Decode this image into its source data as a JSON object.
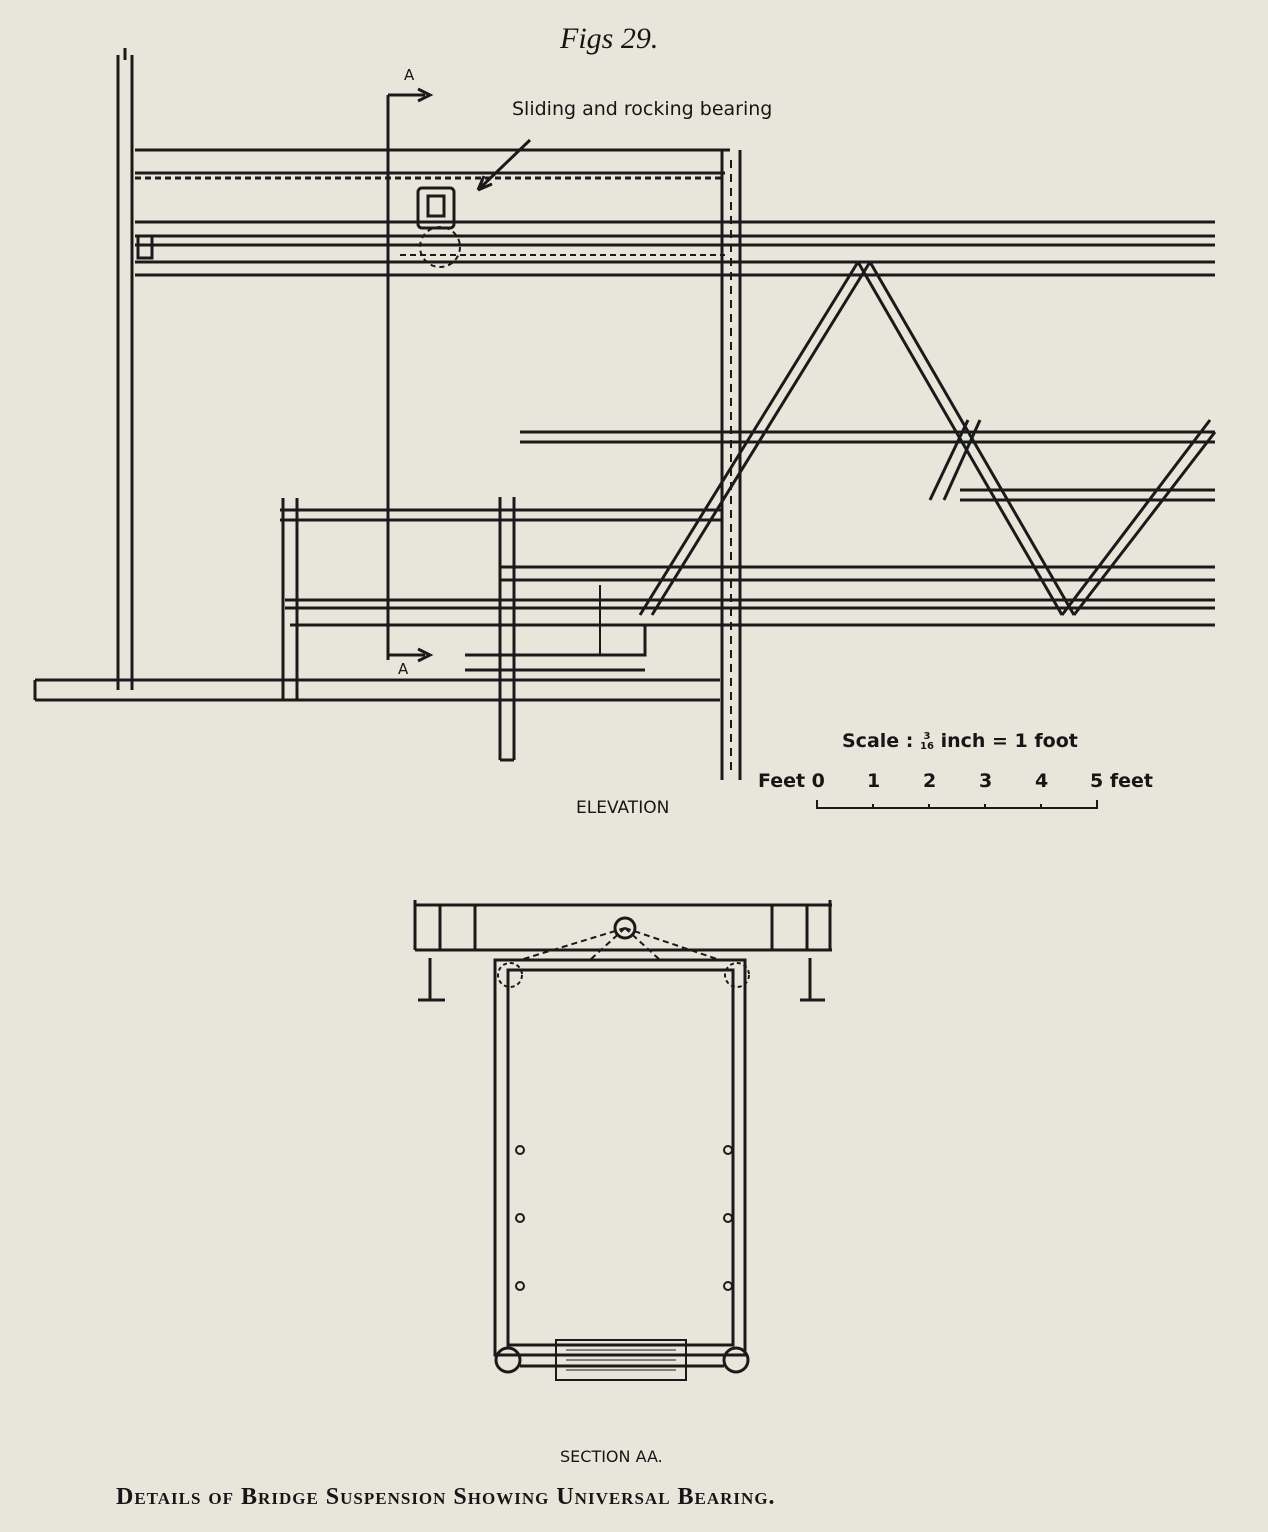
{
  "figure": {
    "title": "Figs 29.",
    "bearing_label": "Sliding and rocking bearing",
    "section_marker": "A",
    "elevation_label": "ELEVATION",
    "section_label": "SECTION AA.",
    "caption": "Details of Bridge Suspension Showing Universal Bearing."
  },
  "scale": {
    "prefix": "Scale :",
    "frac_num": "3",
    "frac_den": "16",
    "suffix": "inch = 1 foot",
    "ticks": [
      "Feet 0",
      "1",
      "2",
      "3",
      "4",
      "5 feet"
    ]
  }
}
